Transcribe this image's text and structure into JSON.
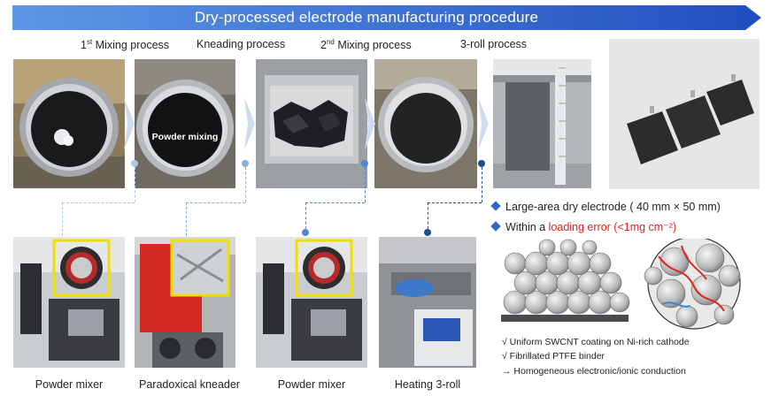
{
  "banner": {
    "title": "Dry-processed electrode manufacturing procedure"
  },
  "steps": {
    "mix1_prefix": "1",
    "mix1_sup": "st",
    "mix1_rest": " Mixing process",
    "kneading": "Kneading process",
    "mix2_prefix": "2",
    "mix2_sup": "nd",
    "mix2_rest": " Mixing process",
    "roll": "3-roll process"
  },
  "photo_labels": {
    "powder_mixing": "Powder mixing"
  },
  "equipment": {
    "e1": "Powder mixer",
    "e2": "Paradoxical kneader",
    "e3": "Powder mixer",
    "e4": "Heating 3-roll"
  },
  "results": {
    "bullet1": "Large-area dry electrode ( 40 mm × 50 mm)",
    "bullet2_prefix": "Within a ",
    "bullet2_highlight": "loading error (<1mg cm⁻²)"
  },
  "notes": {
    "n1": "√  Uniform SWCNT coating on Ni-rich cathode",
    "n2": "√  Fibrillated PTFE binder",
    "n3": "→ Homogeneous electronic/ionic conduction"
  },
  "colors": {
    "banner_start": "#4a86df",
    "banner_end": "#2155c4",
    "connector_light": "#8ab6e6",
    "connector_mid": "#3c7cc9",
    "connector_dark": "#1d4f8f",
    "highlight_frame": "#f0e000",
    "accent_red": "#e0231f",
    "diamond": "#2f66c8"
  }
}
